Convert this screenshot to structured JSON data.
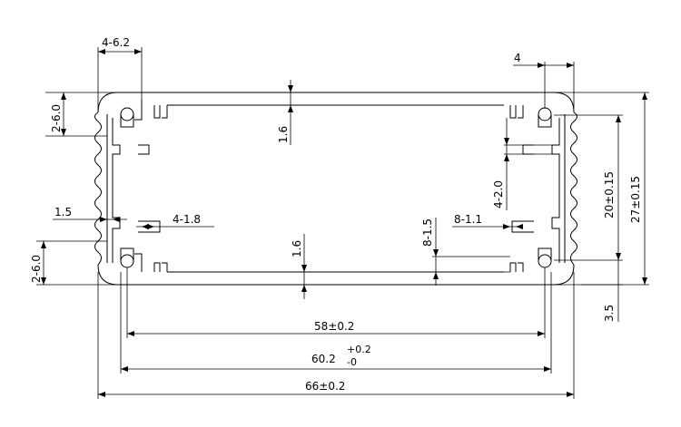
{
  "diagram": {
    "dimensions": {
      "width_total": "66±0.2",
      "width_inner": "60.2",
      "width_inner_tol_plus": "+0.2",
      "width_inner_tol_minus": "-0",
      "width_slot": "58±0.2",
      "height_total": "27±0.15",
      "height_inner": "20±0.15",
      "bottom_offset": "3.5",
      "top_hole": "4-6.2",
      "top_right_width": "4",
      "left_upper_rad": "2-6.0",
      "left_lower_rad": "2-6.0",
      "wall_left": "1.5",
      "slot_width": "4-1.8",
      "top_wall": "1.6",
      "bottom_wall": "1.6",
      "right_slot": "4-2.0",
      "right_rail": "8-1.5",
      "right_rail_width": "8-1.1"
    }
  }
}
